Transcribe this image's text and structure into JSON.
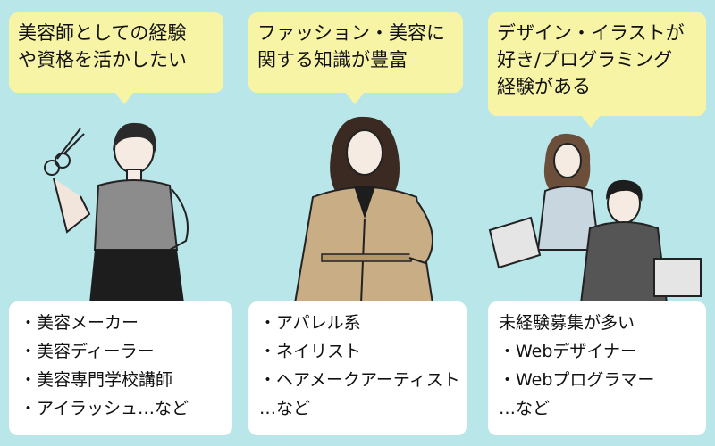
{
  "panel1": {
    "bubble_lines": [
      "美容師としての経験",
      "や資格を活かしたい"
    ],
    "items": [
      "・美容メーカー",
      "・美容ディーラー",
      "・美容専門学校講師",
      "・アイラッシュ…など"
    ]
  },
  "panel2": {
    "bubble_lines": [
      "ファッション・美容に",
      "関する知識が豊富"
    ],
    "items": [
      "・アパレル系",
      "・ネイリスト",
      "・ヘアメークアーティスト",
      "…など"
    ]
  },
  "panel3": {
    "bubble_lines": [
      "デザイン・イラストが",
      "好き/プログラミング",
      "経験がある"
    ],
    "items": [
      "未経験募集が多い",
      "・Webデザイナー",
      "・Webプログラマー",
      "…など"
    ]
  },
  "colors": {
    "background": "#b9e6e9",
    "bubble": "#f8f4a6",
    "card": "#ffffff"
  }
}
